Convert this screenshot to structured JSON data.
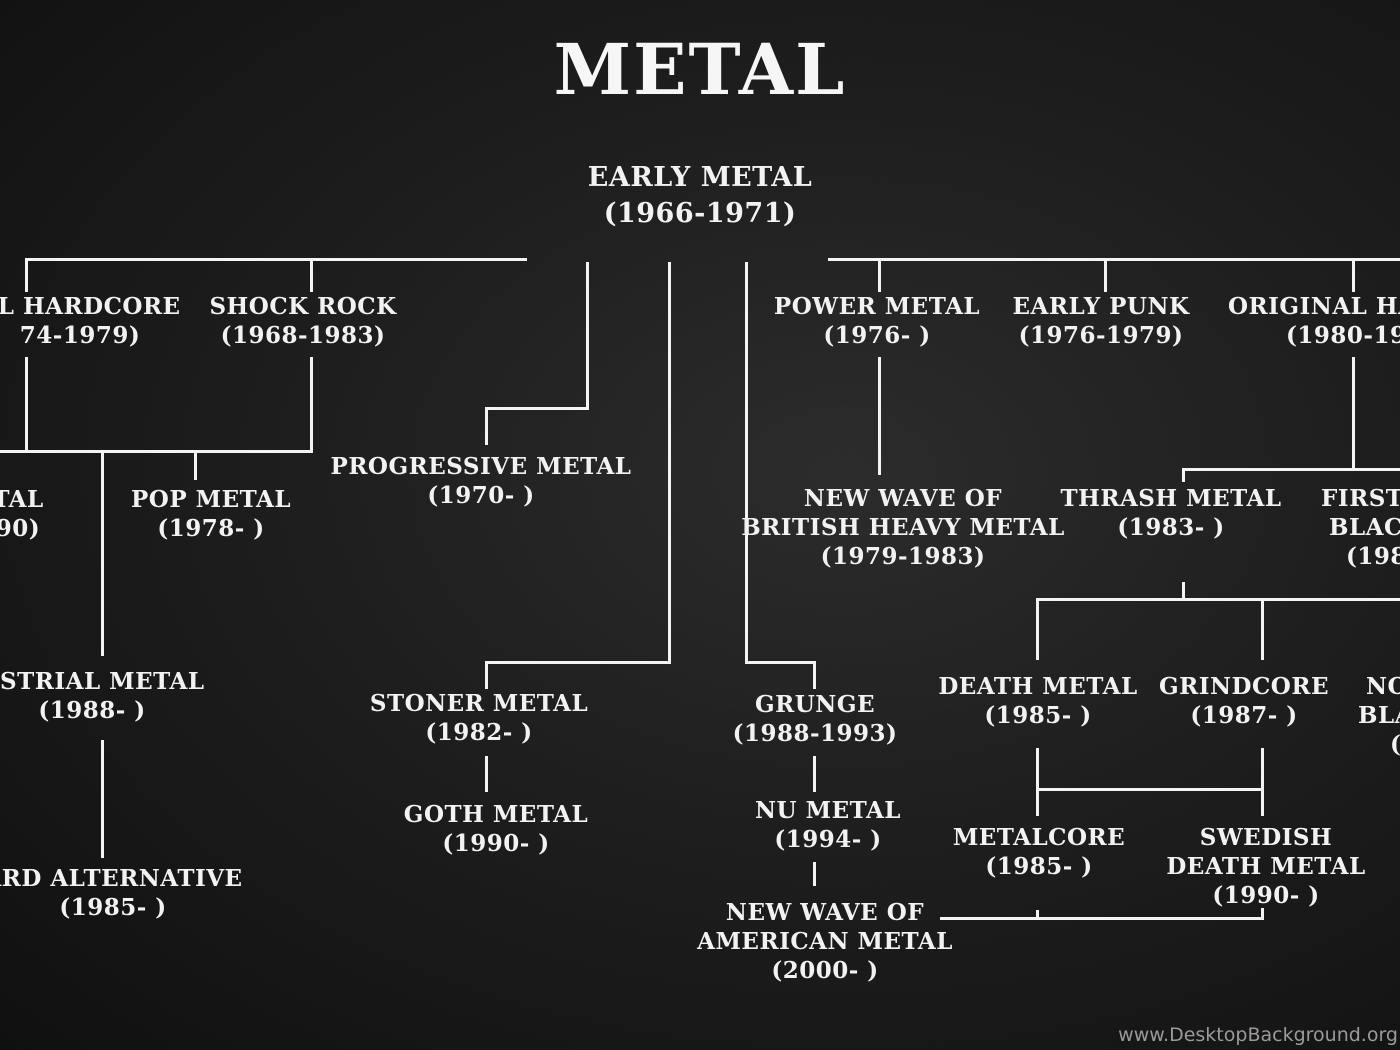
{
  "title": "METAL",
  "root": {
    "name": "EARLY METAL",
    "years": "(1966-1971)"
  },
  "nodes": {
    "original_hardcore_left": {
      "name": "AL HARDCORE",
      "years": "74-1979)"
    },
    "shock_rock": {
      "name": "SHOCK ROCK",
      "years": "(1968-1983)"
    },
    "metal_left": {
      "name": "TAL",
      "years": "90)"
    },
    "pop_metal": {
      "name": "POP METAL",
      "years": "(1978- )"
    },
    "progressive_metal": {
      "name": "PROGRESSIVE METAL",
      "years": "(1970- )"
    },
    "industrial_metal": {
      "name": "USTRIAL METAL",
      "years": "(1988- )"
    },
    "hard_alternative": {
      "name": "ARD ALTERNATIVE",
      "years": "(1985- )"
    },
    "stoner_metal": {
      "name": "STONER METAL",
      "years": "(1982- )"
    },
    "goth_metal": {
      "name": "GOTH METAL",
      "years": "(1990- )"
    },
    "power_metal": {
      "name": "POWER METAL",
      "years": "(1976- )"
    },
    "early_punk": {
      "name": "EARLY PUNK",
      "years": "(1976-1979)"
    },
    "original_hardcore_right": {
      "name": "ORIGINAL HA",
      "years": "(1980-19"
    },
    "nwobhm": {
      "name1": "NEW WAVE OF",
      "name2": "BRITISH HEAVY METAL",
      "years": "(1979-1983)"
    },
    "thrash_metal": {
      "name": "THRASH METAL",
      "years": "(1983- )"
    },
    "first_black": {
      "name1": "FIRST",
      "name2": "BLAC",
      "years": "(198"
    },
    "grunge": {
      "name": "GRUNGE",
      "years": "(1988-1993)"
    },
    "nu_metal": {
      "name": "NU METAL",
      "years": "(1994- )"
    },
    "nwoam": {
      "name1": "NEW WAVE OF",
      "name2": "AMERICAN METAL",
      "years": "(2000- )"
    },
    "death_metal": {
      "name": "DEATH METAL",
      "years": "(1985- )"
    },
    "grindcore": {
      "name": "GRINDCORE",
      "years": "(1987- )"
    },
    "norwegian_black": {
      "name1": "NO",
      "name2": "BLA",
      "years": "("
    },
    "metalcore": {
      "name": "METALCORE",
      "years": "(1985- )"
    },
    "swedish_death": {
      "name1": "SWEDISH",
      "name2": "DEATH METAL",
      "years": "(1990- )"
    }
  },
  "watermark": "www.DesktopBackground.org"
}
